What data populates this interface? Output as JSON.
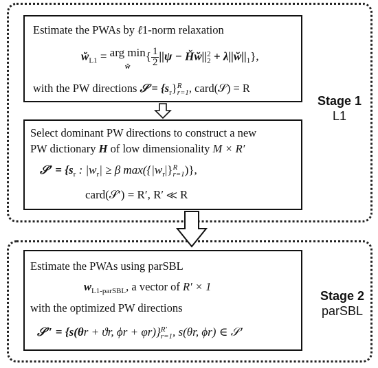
{
  "stage1": {
    "title": "Stage 1",
    "algo": "L1",
    "box1": {
      "heading_pre": "Estimate the PWAs by ",
      "heading_ell": "ℓ",
      "heading_post": "1-norm relaxation",
      "eq_lhs": "w̆",
      "eq_lhs_sub": "L1",
      "eq_argmin": "arg min",
      "eq_argmin_sub": "w̆",
      "eq_frac_num": "1",
      "eq_frac_den": "2",
      "eq_body": "||ψ − Ȟw̆||",
      "eq_norm_sup": "2",
      "eq_norm_sub": "2",
      "eq_reg": " + λ||w̆||",
      "eq_reg_sub": "1",
      "eq_end": "},",
      "dir_pre": "with the PW directions ",
      "dir_set": "𝒮 = {s",
      "dir_set_sub": "r",
      "dir_set_close": "}",
      "dir_range_sup": "R",
      "dir_range_sub": "r=1",
      "dir_card": ", card(𝒮) = R"
    },
    "box2": {
      "line1": "Select dominant PW directions to construct a new",
      "line2_pre": "PW dictionary ",
      "line2_H": "H",
      "line2_post": " of low dimensionality ",
      "line2_dim": "M × R′",
      "eq1": "𝒮′ = {s",
      "eq1_sub": "r",
      "eq1_mid": " : |w",
      "eq1_mid_sub": "r",
      "eq1_rest": "| ≥ β max({|w",
      "eq1_rest_sub": "r",
      "eq1_close": "|}",
      "eq1_sup": "R",
      "eq1_range_sub": "r=1",
      "eq1_end": ")},",
      "eq2": "card(𝒮′) = R′,  R′ ≪ R"
    }
  },
  "stage2": {
    "title": "Stage 2",
    "algo": "parSBL",
    "box3": {
      "line1": "Estimate the PWAs using parSBL",
      "vec_w": "w",
      "vec_sub": "L1-parSBL",
      "vec_post": ", a vector of ",
      "vec_dim": "R′ × 1",
      "line3": "with the optimized PW directions",
      "eq_pre": "𝒮″ = {s(θ",
      "eq_parts": "r + ϑr, ϕr + φr)}",
      "eq_sup": "R′",
      "eq_sub": "r=1",
      "eq_post": ", s(θr, ϕr) ∈ 𝒮′"
    }
  }
}
